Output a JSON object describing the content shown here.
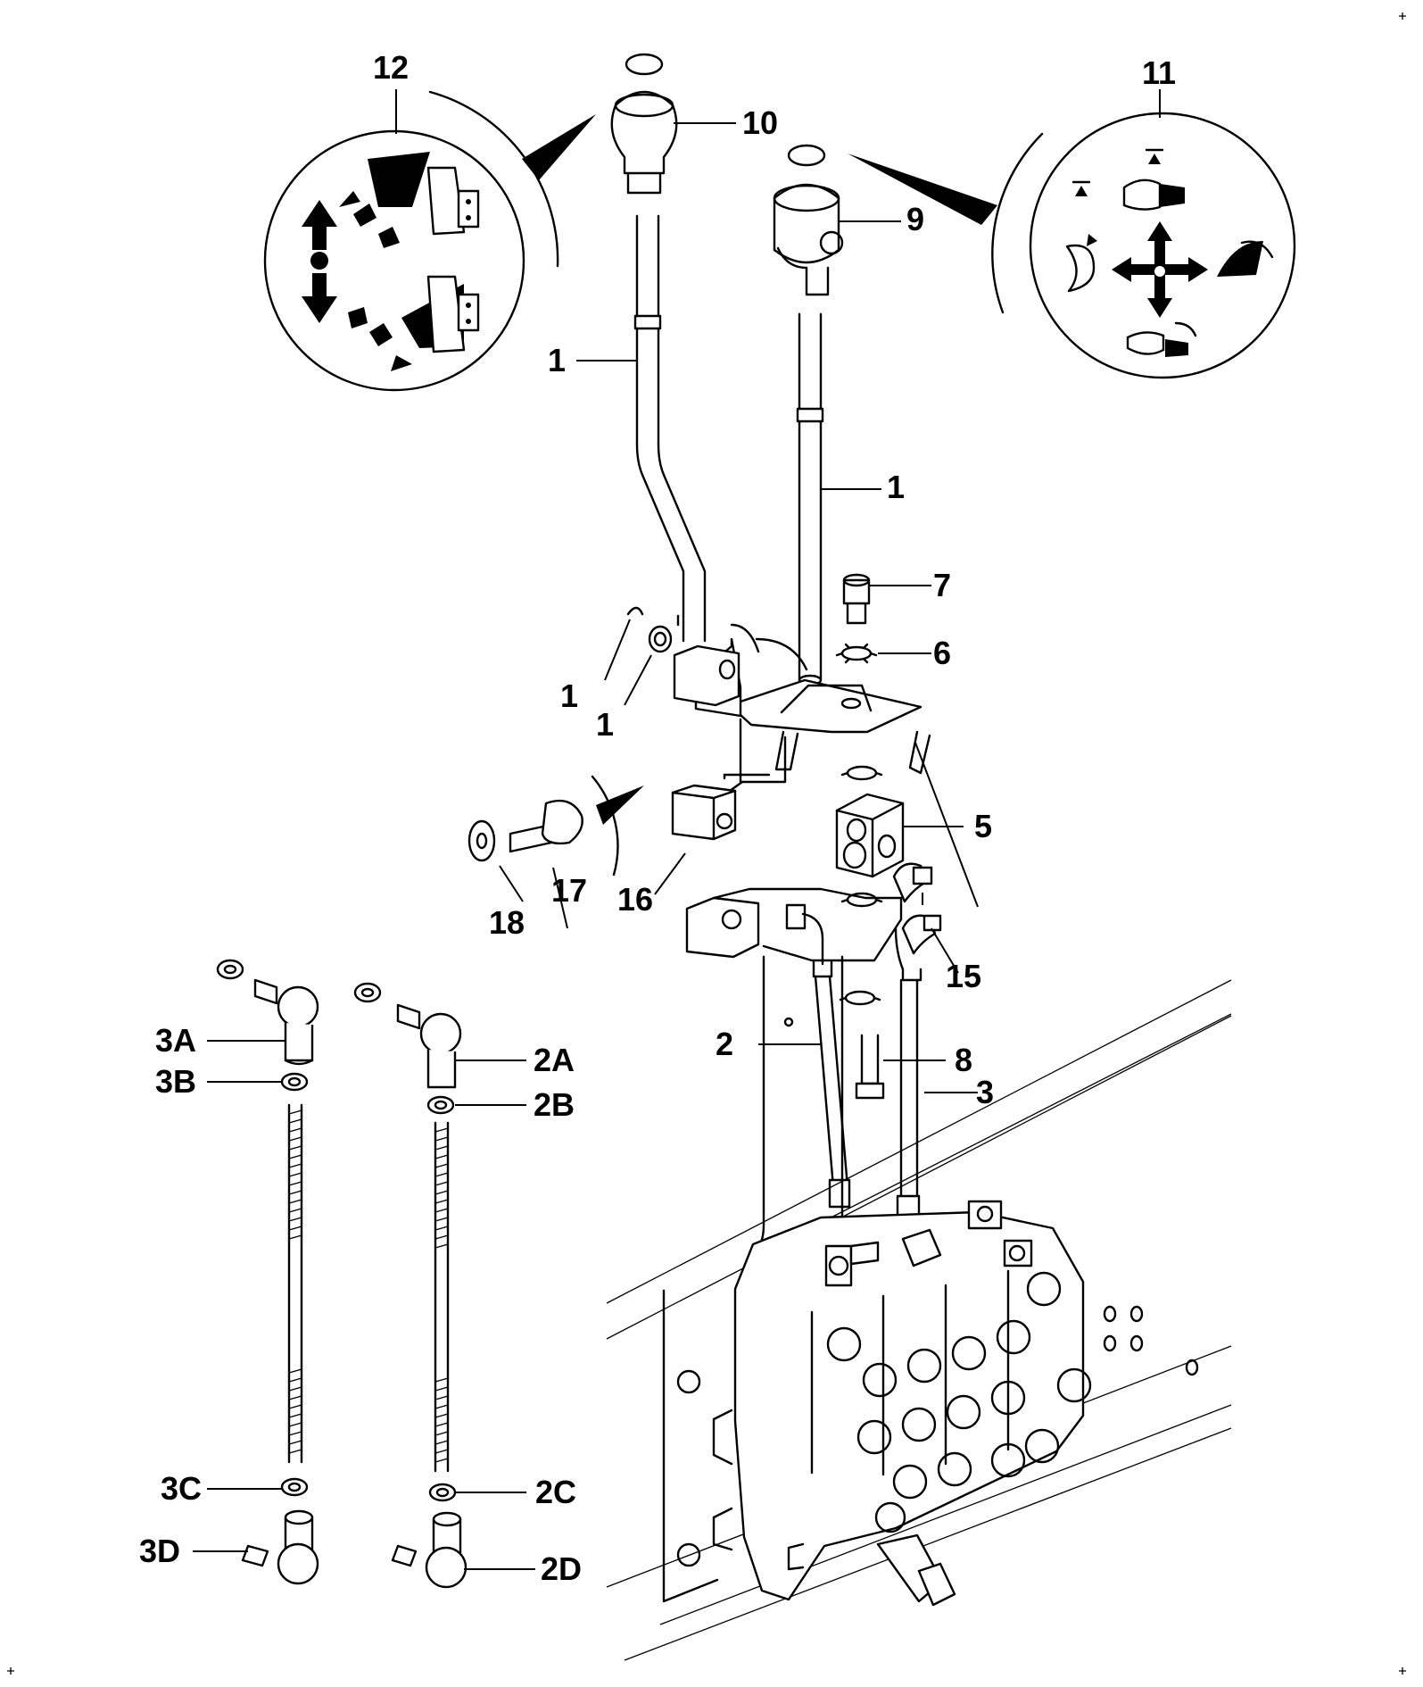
{
  "labels": {
    "p1a": "1",
    "p1b": "1",
    "p1c": "1",
    "p1d": "1",
    "p2": "2",
    "p2A": "2A",
    "p2B": "2B",
    "p2C": "2C",
    "p2D": "2D",
    "p3": "3",
    "p3A": "3A",
    "p3B": "3B",
    "p3C": "3C",
    "p3D": "3D",
    "p5": "5",
    "p6": "6",
    "p7": "7",
    "p8": "8",
    "p9": "9",
    "p10": "10",
    "p11": "11",
    "p12": "12",
    "p15": "15",
    "p16": "16",
    "p17": "17",
    "p18": "18"
  },
  "colors": {
    "line": "#000000",
    "background": "#ffffff"
  }
}
